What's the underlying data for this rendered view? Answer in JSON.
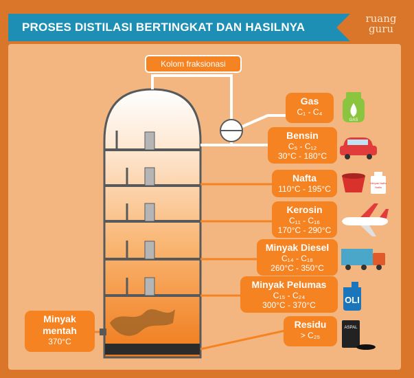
{
  "title": "PROSES DISTILASI BERTINGKAT DAN HASILNYA",
  "logo": {
    "line1": "ruang",
    "line2": "guru"
  },
  "column_label": "Kolom fraksionasi",
  "input": {
    "line1": "Minyak",
    "line2": "mentah",
    "line3": "370°C"
  },
  "fractions": [
    {
      "name": "Gas",
      "carbon": "C₁ - C₄",
      "temp": "",
      "icon": "gas-cylinder-icon"
    },
    {
      "name": "Bensin",
      "carbon": "C₅ - C₁₂",
      "temp": "30°C - 180°C",
      "icon": "car-icon"
    },
    {
      "name": "Nafta",
      "carbon": "",
      "temp": "110°C - 195°C",
      "icon": "bucket-icon"
    },
    {
      "name": "Kerosin",
      "carbon": "C₁₁ - C₁₆",
      "temp": "170°C - 290°C",
      "icon": "airplane-icon"
    },
    {
      "name": "Minyak Diesel",
      "carbon": "C₁₄ - C₁₈",
      "temp": "260°C - 350°C",
      "icon": "truck-icon"
    },
    {
      "name": "Minyak Pelumas",
      "carbon": "C₁₅ - C₂₄",
      "temp": "300°C - 370°C",
      "icon": "oil-can-icon"
    },
    {
      "name": "Residu",
      "carbon": "> C₂₅",
      "temp": "",
      "icon": "asphalt-drum-icon"
    }
  ],
  "icon_text": {
    "gas": "GAS",
    "oli": "OLI",
    "aspal": "ASPAL",
    "nafta_bottle": "Minyak Nafta",
    "nafta_bottle2": "Nafta"
  },
  "colors": {
    "background": "#d9762a",
    "panel": "#f3b681",
    "accent": "#f58322",
    "banner": "#1d8fb5",
    "tray": "#58595b"
  }
}
